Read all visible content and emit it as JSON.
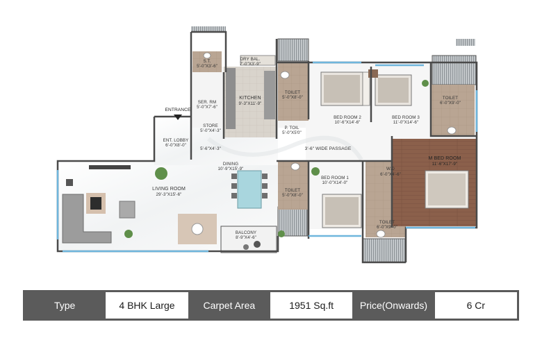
{
  "plan": {
    "rooms": [
      {
        "name": "S.T.",
        "dim": "5'-0\"X3'-6\""
      },
      {
        "name": "DRY BAL.",
        "dim": "7'-0\"X3'-9\""
      },
      {
        "name": "SER. RM",
        "dim": "5'-0\"X7'-6\""
      },
      {
        "name": "KITCHEN",
        "dim": "9'-3\"X11'-9\""
      },
      {
        "name": "STORE",
        "dim": "5'-0\"X4'-3\""
      },
      {
        "name": "TOILET",
        "dim": "5'-0\"X8'-0\""
      },
      {
        "name": "P. TOIL",
        "dim": "5'-0\"X5'0\""
      },
      {
        "name": "BED ROOM 2",
        "dim": "10'-6\"X14'-6\""
      },
      {
        "name": "BED ROOM 3",
        "dim": "11'-0\"X14'-6\""
      },
      {
        "name": "TOILET",
        "dim": "6'-0\"X9'-0\""
      },
      {
        "name": "ENT. LOBBY",
        "dim": "6'-0\"X8'-0\""
      },
      {
        "name": "DINING",
        "dim": "10'-9\"X15'-9\""
      },
      {
        "name": "M BED ROOM",
        "dim": "11'-6\"X17'-9\""
      },
      {
        "name": "W.D",
        "dim": "6'-0\"X4'-6\""
      },
      {
        "name": "BED ROOM 1",
        "dim": "10'-0\"X14'-0\""
      },
      {
        "name": "TOILET",
        "dim": "5'-0\"X8'-0\""
      },
      {
        "name": "LIVING ROOM",
        "dim": "29'-3\"X15'-6\""
      },
      {
        "name": "TOILET",
        "dim": "6'-0\"X9'-0\""
      },
      {
        "name": "BALCONY",
        "dim": "8'-9\"X4'-6\""
      }
    ],
    "entrance": "ENTRANCE",
    "passage": "3'-6\" WIDE PASSAGE",
    "lobby_dim": "5'-6\"X4'-3\""
  },
  "summary": [
    {
      "label": "Type",
      "value": "4 BHK Large"
    },
    {
      "label": "Carpet  Area",
      "value": "1951 Sq.ft"
    },
    {
      "label": "Price(Onwards)",
      "value": "6 Cr"
    }
  ],
  "colors": {
    "wood_floor": "#8a5f4a",
    "tile_floor": "#b7a595",
    "wall": "#4a4a4a",
    "window": "#6fb6dd",
    "header_bar": "#5b5b5b"
  }
}
